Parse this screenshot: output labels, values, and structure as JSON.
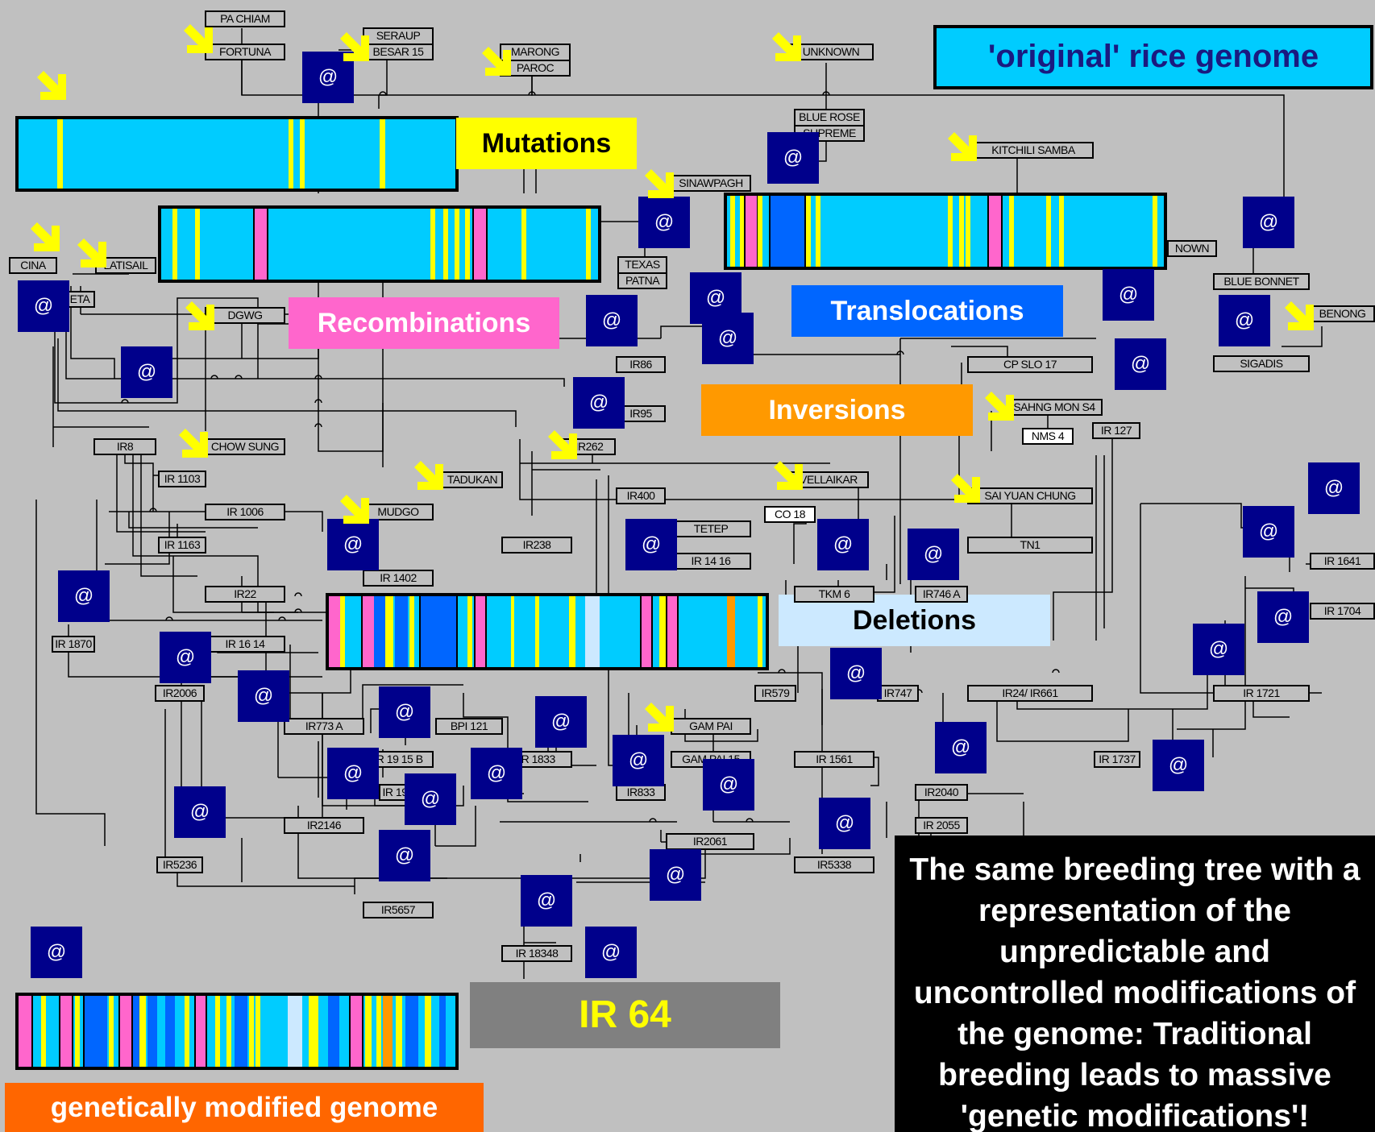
{
  "title": "'original' rice genome",
  "result_label": "IR 64",
  "gm_label": "genetically modified genome",
  "caption": "The same breeding tree with a representation of the unpredictable and uncontrolled modifications of the genome: Traditional breeding leads to massive 'genetic modifications'!",
  "mod_labels": {
    "mutations": "Mutations",
    "recombinations": "Recombinations",
    "translocations": "Translocations",
    "inversions": "Inversions",
    "deletions": "Deletions"
  },
  "link_symbol": "@",
  "colors": {
    "background": "#c0c0c0",
    "genome": "#00ccff",
    "mutation": "#ffff00",
    "recombination": "#ff66cc",
    "translocation": "#0066ff",
    "inversion": "#ff9900",
    "deletion": "#cce9ff",
    "link_box": "#00008b",
    "caption_bg": "#000000",
    "result_bg": "#808080"
  },
  "nodes": {
    "pa_chiam": "PA CHIAM",
    "fortuna": "FORTUNA",
    "seraup": "SERAUP",
    "besar15": "BESAR 15",
    "marong": "MARONG",
    "paroc": "PAROC",
    "unknown1": "UNKNOWN",
    "blue_rose": "BLUE ROSE",
    "supreme": "SUPREME",
    "kitchili": "KITCHILI SAMBA",
    "sinawpagh": "SINAWPAGH",
    "texas": "TEXAS",
    "patna": "PATNA",
    "nown": "NOWN",
    "blue_bonnet": "BLUE BONNET",
    "benong": "BENONG",
    "sigadis": "SIGADIS",
    "cina": "CINA",
    "latisail": "LATISAIL",
    "eta": "ETA",
    "dgwg": "DGWG",
    "ir86": "IR86",
    "ir95": "IR95",
    "cpslo17": "CP SLO 17",
    "sahngmon": "SAHNG MON S4",
    "nms4": "NMS 4",
    "ir127": "IR 127",
    "ir8": "IR8",
    "chow_sung": "CHOW SUNG",
    "ir1103": "IR 1103",
    "ir1006": "IR 1006",
    "ir1163": "IR 1163",
    "ir22": "IR22",
    "ir1870": "IR 1870",
    "ir1614": "IR 16 14",
    "ir2006": "IR2006",
    "tadukan": "TADUKAN",
    "mudgo": "MUDGO",
    "ir1402": "IR 1402",
    "ir262": "IR262",
    "ir400": "IR400",
    "ir238": "IR238",
    "tetep": "TETEP",
    "ir1416": "IR 14 16",
    "vellaikar": "VELLAIKAR",
    "co18": "CO 18",
    "tkm6": "TKM 6",
    "ir746a": "IR746 A",
    "saiyuan": "SAI YUAN CHUNG",
    "tn1": "TN1",
    "ir1641": "IR 1641",
    "ir1704": "IR 1704",
    "ir1721": "IR 1721",
    "ir579": "IR579",
    "ir747": "IR747",
    "ir24": "IR24/ IR661",
    "ir773a": "IR773 A",
    "bpi121": "BPI 121",
    "ir1915b": "IR 19 15 B",
    "ir1833": "IR 1833",
    "ir19": "IR 19",
    "gampai": "GAM PAI",
    "gampai15": "GAM PAI 15",
    "ir833": "IR833",
    "ir1561": "IR 1561",
    "ir1737": "IR 1737",
    "ir2040": "IR2040",
    "ir2146": "IR2146",
    "ir2055": "IR 2055",
    "ir2061": "IR2061",
    "ir5236": "IR5236",
    "ir5338": "IR5338",
    "ir5657": "IR5657",
    "ir18348": "IR 18348"
  }
}
